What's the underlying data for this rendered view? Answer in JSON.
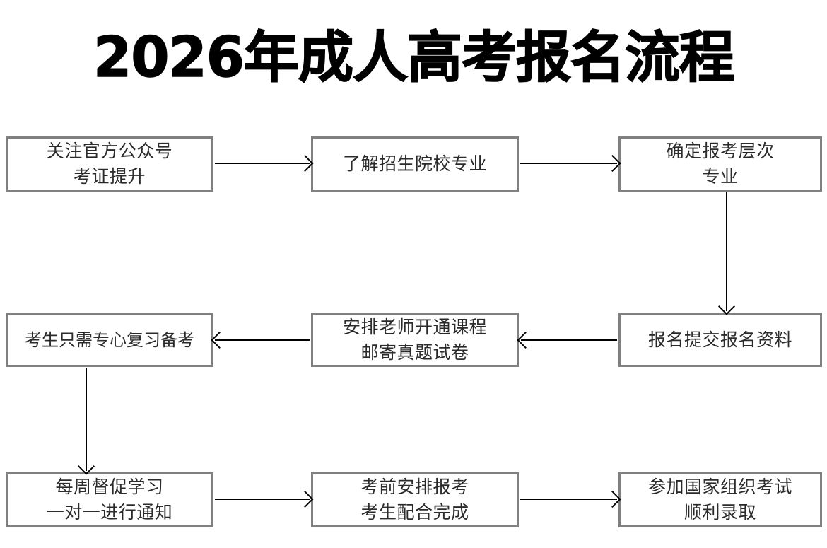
{
  "page": {
    "title": "2026年成人高考报名流程",
    "background_color": "#ffffff",
    "box_border_color": "#808080",
    "box_fill_color": "#ffffff",
    "text_color": "#2b2b2b",
    "arrow_color": "#000000"
  },
  "chart_data": {
    "type": "diagram",
    "diagram_type": "flowchart",
    "title": "2026年成人高考报名流程",
    "layout": "3x3-serpentine",
    "nodes": [
      {
        "id": "n1",
        "row": 1,
        "col": 1,
        "lines": [
          "关注官方公众号",
          "考证提升"
        ]
      },
      {
        "id": "n2",
        "row": 1,
        "col": 2,
        "lines": [
          "了解招生院校专业"
        ]
      },
      {
        "id": "n3",
        "row": 1,
        "col": 3,
        "lines": [
          "确定报考层次",
          "专业"
        ]
      },
      {
        "id": "n4",
        "row": 2,
        "col": 1,
        "lines": [
          "考生只需专心复习备考"
        ]
      },
      {
        "id": "n5",
        "row": 2,
        "col": 2,
        "lines": [
          "安排老师开通课程",
          "邮寄真题试卷"
        ]
      },
      {
        "id": "n6",
        "row": 2,
        "col": 3,
        "lines": [
          "报名提交报名资料"
        ]
      },
      {
        "id": "n7",
        "row": 3,
        "col": 1,
        "lines": [
          "每周督促学习",
          "一对一进行通知"
        ]
      },
      {
        "id": "n8",
        "row": 3,
        "col": 2,
        "lines": [
          "考前安排报考",
          "考生配合完成"
        ]
      },
      {
        "id": "n9",
        "row": 3,
        "col": 3,
        "lines": [
          "参加国家组织考试",
          "顺利录取"
        ]
      }
    ],
    "edges": [
      {
        "from": "n1",
        "to": "n2",
        "direction": "right"
      },
      {
        "from": "n2",
        "to": "n3",
        "direction": "right"
      },
      {
        "from": "n3",
        "to": "n6",
        "direction": "down"
      },
      {
        "from": "n6",
        "to": "n5",
        "direction": "left"
      },
      {
        "from": "n5",
        "to": "n4",
        "direction": "left"
      },
      {
        "from": "n4",
        "to": "n7",
        "direction": "down"
      },
      {
        "from": "n7",
        "to": "n8",
        "direction": "right"
      },
      {
        "from": "n8",
        "to": "n9",
        "direction": "right"
      }
    ]
  },
  "boxes": {
    "n1": {
      "l1": "关注官方公众号",
      "l2": "考证提升"
    },
    "n2": {
      "l1": "了解招生院校专业"
    },
    "n3": {
      "l1": "确定报考层次",
      "l2": "专业"
    },
    "n4": {
      "l1": "考生只需专心复习备考"
    },
    "n5": {
      "l1": "安排老师开通课程",
      "l2": "邮寄真题试卷"
    },
    "n6": {
      "l1": "报名提交报名资料"
    },
    "n7": {
      "l1": "每周督促学习",
      "l2": "一对一进行通知"
    },
    "n8": {
      "l1": "考前安排报考",
      "l2": "考生配合完成"
    },
    "n9": {
      "l1": "参加国家组织考试",
      "l2": "顺利录取"
    }
  }
}
